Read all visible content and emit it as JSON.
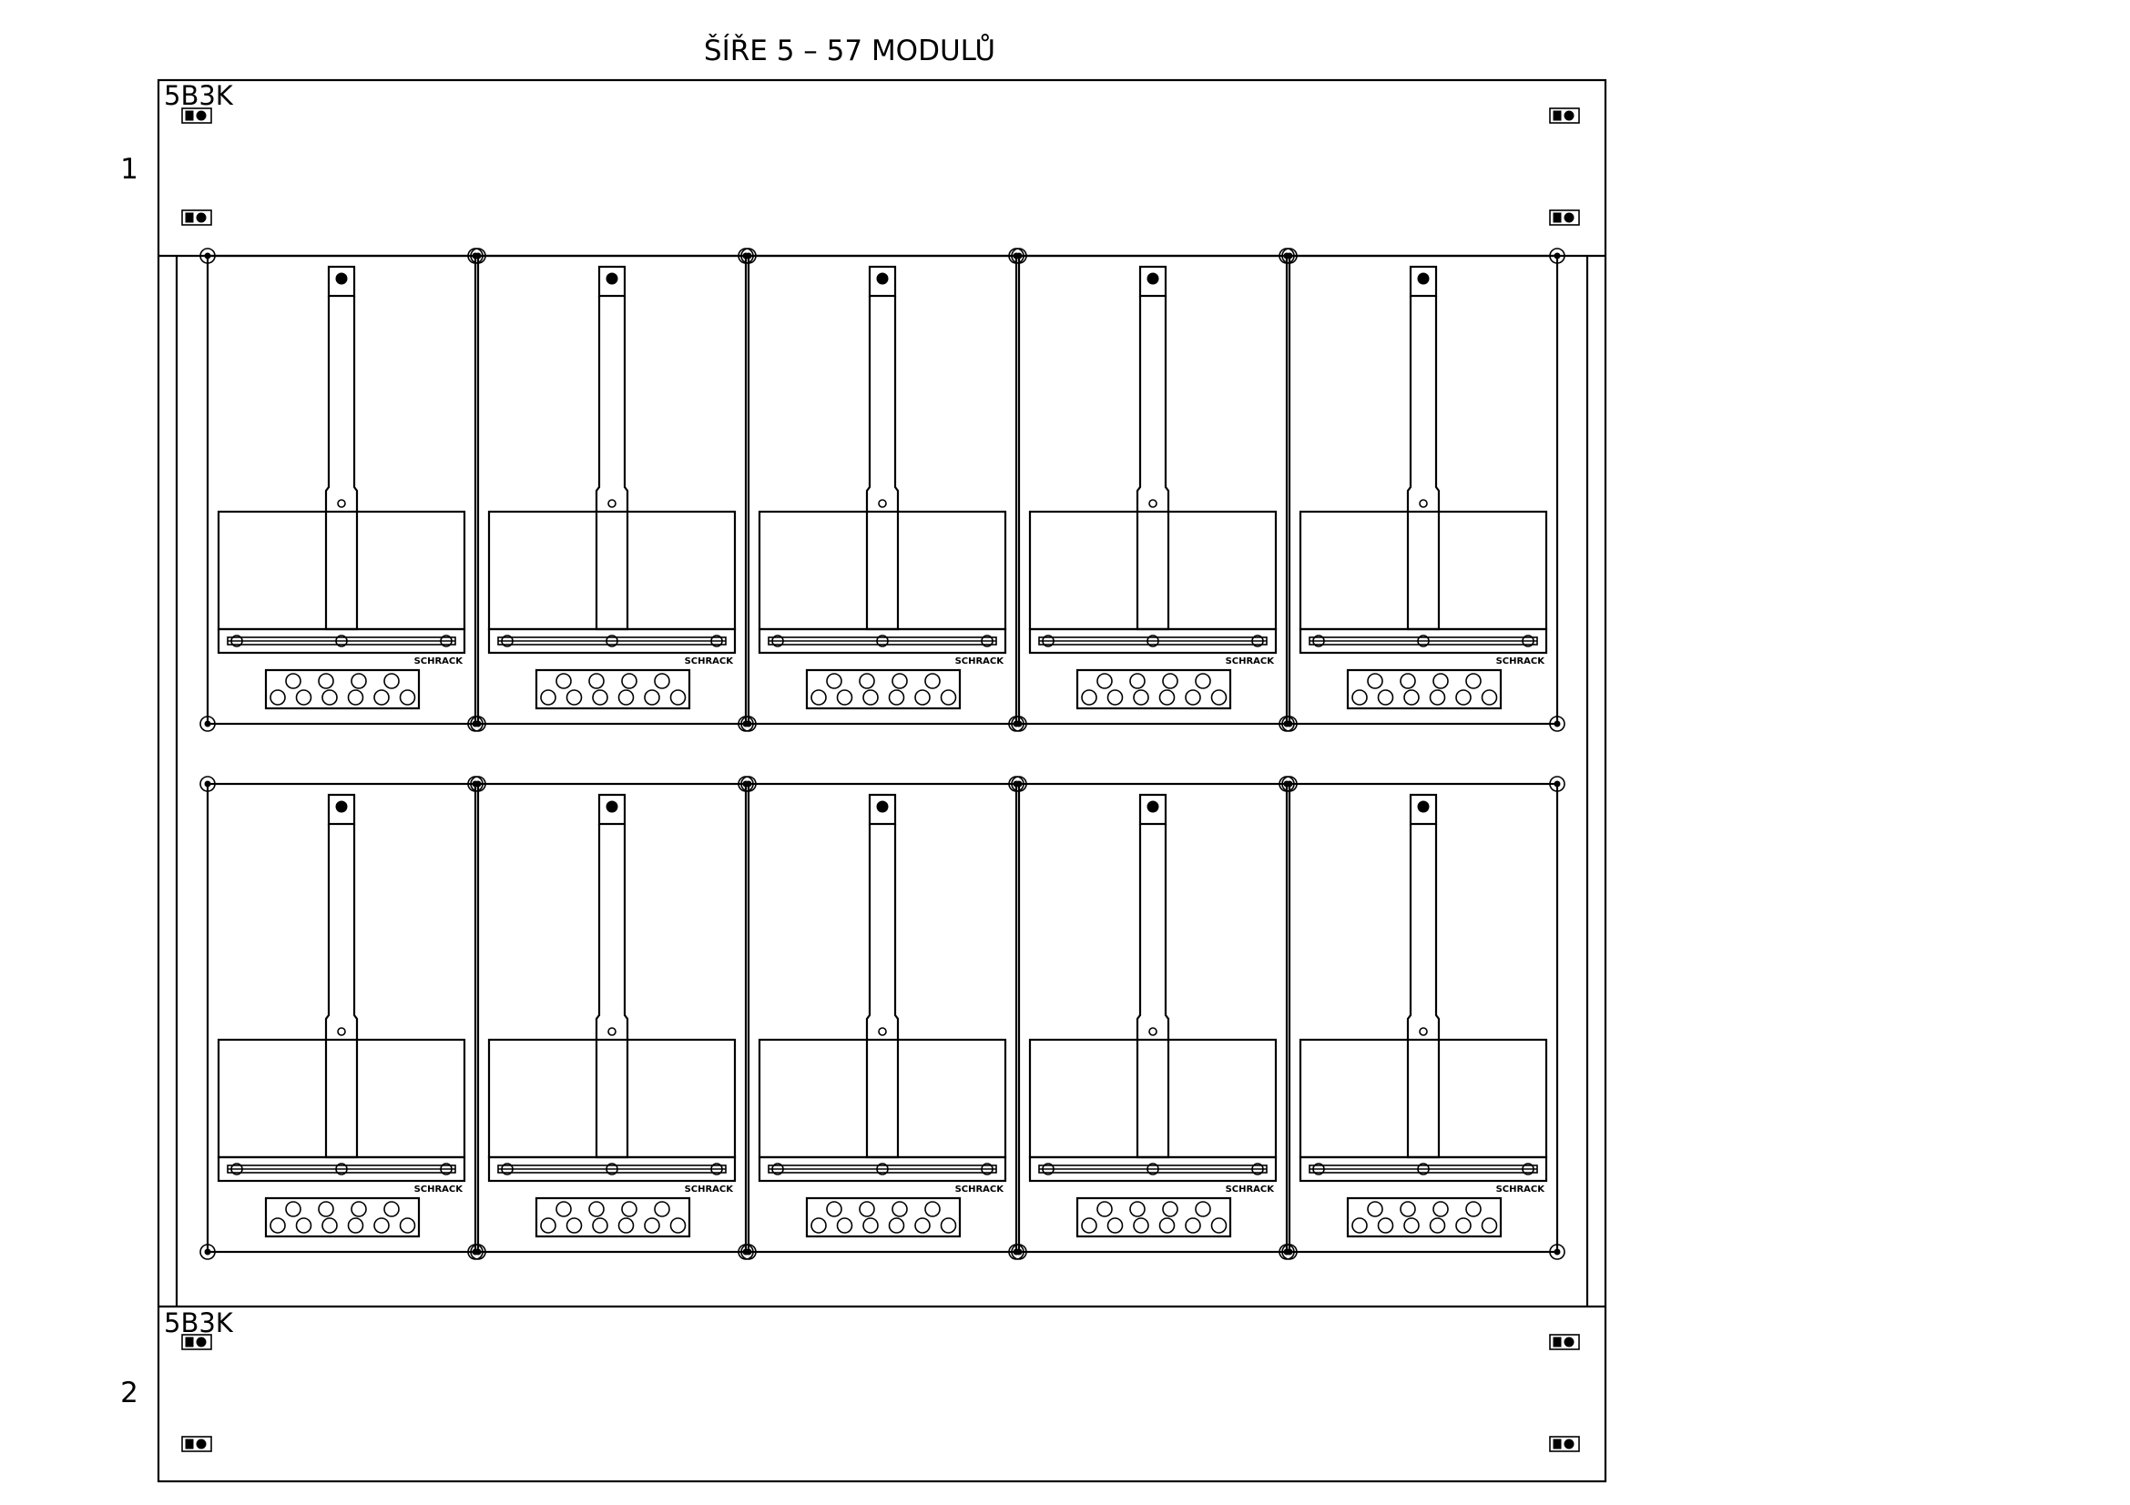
{
  "drawing": {
    "title": "ŠÍŘE 5 – 57 MODULŮ",
    "colors": {
      "line": "#000000",
      "background": "#ffffff"
    }
  },
  "top_section": {
    "row_number": "1",
    "label": "5B3K"
  },
  "bottom_section": {
    "row_number": "2",
    "label": "5B3K"
  },
  "meter_grid": {
    "rows": 2,
    "columns": 5,
    "brand_label": "SCHRACK"
  }
}
